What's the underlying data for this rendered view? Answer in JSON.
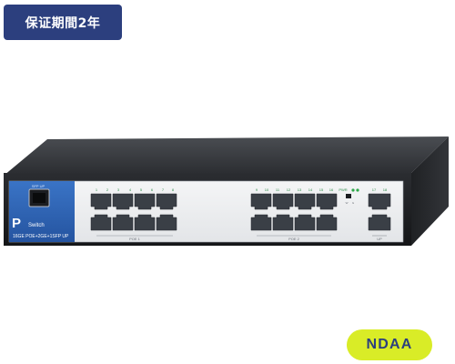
{
  "badges": {
    "warranty": "保证期間2年",
    "ndaa": "NDAA"
  },
  "switch": {
    "brand_letter": "P",
    "brand_name": "Switch",
    "model": "16GE POE+2GE+1SFP UP",
    "sfp_label": "SFP UP",
    "group1_label": "POE 1",
    "group2_label": "POE 2",
    "uplink_label": "UP",
    "group1_top_labels": [
      "1",
      "2",
      "3",
      "4",
      "5",
      "6",
      "7",
      "8"
    ],
    "group2_top_labels": [
      "9",
      "10",
      "11",
      "12",
      "13",
      "14",
      "15",
      "16"
    ],
    "uplink_top_labels": [
      "17",
      "18"
    ],
    "pwr_label": "PWR",
    "led_labels": [
      "PWR",
      "W",
      "G"
    ]
  },
  "colors": {
    "warranty_bg": "#2c3f7e",
    "ndaa_bg": "#d9ec27",
    "panel_blue": "#2f64b5",
    "port_dark": "#3a3f46",
    "led_green": "#2fa84a"
  }
}
